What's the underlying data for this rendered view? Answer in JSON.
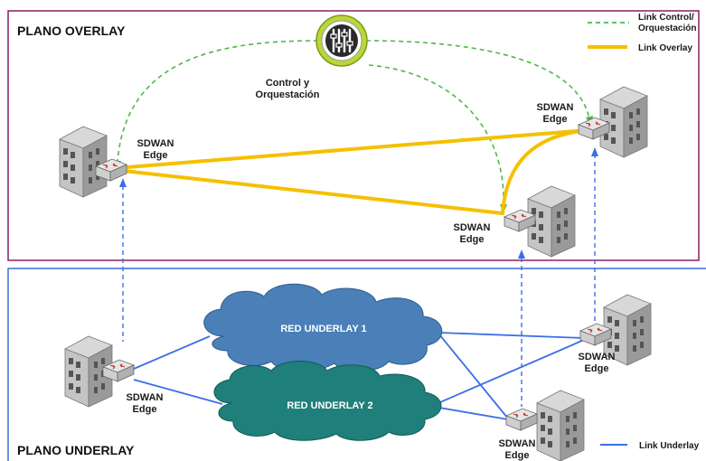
{
  "planes": {
    "overlay_title": "PLANO OVERLAY",
    "underlay_title": "PLANO UNDERLAY"
  },
  "legend": {
    "control_line1": "Link Control/",
    "control_line2": "Orquestación",
    "overlay": "Link Overlay",
    "underlay": "Link Underlay"
  },
  "controller": {
    "line1": "Control y",
    "line2": "Orquestación"
  },
  "nodes": {
    "overlay_left": {
      "line1": "SDWAN",
      "line2": "Edge"
    },
    "overlay_right_top": {
      "line1": "SDWAN",
      "line2": "Edge"
    },
    "overlay_right_bottom": {
      "line1": "SDWAN",
      "line2": "Edge"
    },
    "underlay_left": {
      "line1": "SDWAN",
      "line2": "Edge"
    },
    "underlay_right_top": {
      "line1": "SDWAN",
      "line2": "Edge"
    },
    "underlay_right_bottom": {
      "line1": "SDWAN",
      "line2": "Edge"
    }
  },
  "clouds": {
    "red1": "RED UNDERLAY 1",
    "red2": "RED UNDERLAY 2"
  },
  "colors": {
    "overlay_border": "#8B1F5E",
    "underlay_border": "#3a6fd8",
    "control_link": "#4fb848",
    "overlay_link": "#f5c000",
    "underlay_link": "#3a6fe8",
    "cloud1": "#4a7fb8",
    "cloud2": "#1f7f7a"
  }
}
